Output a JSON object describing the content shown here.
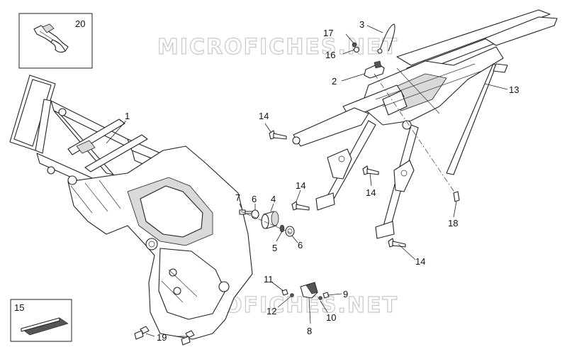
{
  "watermarks": [
    "MICROFICHES.NET",
    "MICROFICHES.NET"
  ],
  "callouts": [
    {
      "id": "1",
      "label": "1"
    },
    {
      "id": "2",
      "label": "2"
    },
    {
      "id": "3",
      "label": "3"
    },
    {
      "id": "4",
      "label": "4"
    },
    {
      "id": "5",
      "label": "5"
    },
    {
      "id": "6a",
      "label": "6"
    },
    {
      "id": "6b",
      "label": "6"
    },
    {
      "id": "7",
      "label": "7"
    },
    {
      "id": "8",
      "label": "8"
    },
    {
      "id": "9",
      "label": "9"
    },
    {
      "id": "10",
      "label": "10"
    },
    {
      "id": "11",
      "label": "11"
    },
    {
      "id": "12",
      "label": "12"
    },
    {
      "id": "13",
      "label": "13"
    },
    {
      "id": "14a",
      "label": "14"
    },
    {
      "id": "14b",
      "label": "14"
    },
    {
      "id": "14c",
      "label": "14"
    },
    {
      "id": "14d",
      "label": "14"
    },
    {
      "id": "15",
      "label": "15"
    },
    {
      "id": "16",
      "label": "16"
    },
    {
      "id": "17",
      "label": "17"
    },
    {
      "id": "18",
      "label": "18"
    },
    {
      "id": "19",
      "label": "19"
    },
    {
      "id": "20",
      "label": "20"
    }
  ]
}
